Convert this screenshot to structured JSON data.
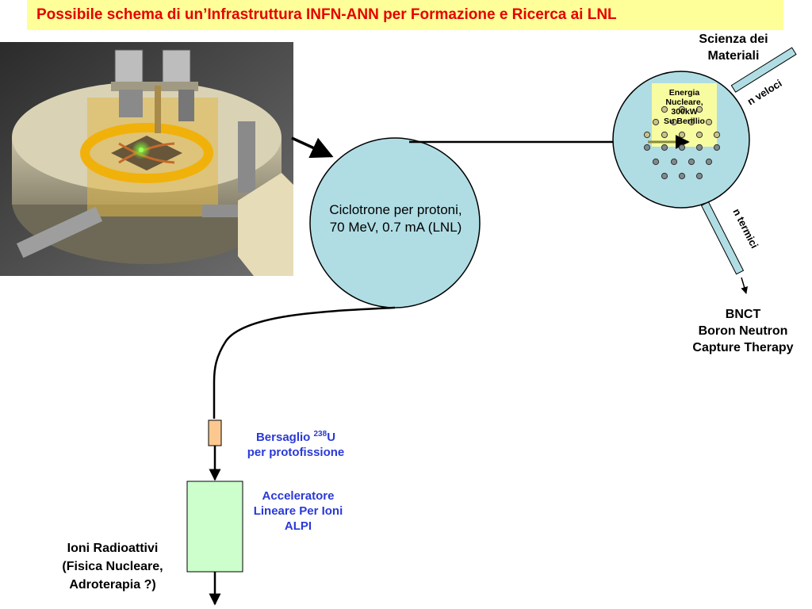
{
  "title": "Possibile schema di un’Infrastruttura INFN-ANN per Formazione e Ricerca ai LNL",
  "cyclotron": {
    "line1": "Ciclotrone per protoni,",
    "line2": "70 MeV, 0.7 mA (LNL)"
  },
  "target_core": {
    "line1": "Energia",
    "line2": "Nucleare,",
    "line3": "300kW",
    "line4": "Su Berillio"
  },
  "materials": {
    "line1": "Scienza dei",
    "line2": "Materiali"
  },
  "fast_neutrons": "n veloci",
  "thermal_neutrons": "n termici",
  "bnct": {
    "line1": "BNCT",
    "line2": "Boron Neutron",
    "line3": "Capture Therapy"
  },
  "target_u": {
    "prefix": "Bersaglio ",
    "isotope": "238",
    "element": "U",
    "line2": "per protofissione"
  },
  "linac": {
    "line1": "Acceleratore",
    "line2": "Lineare Per Ioni",
    "line3": "ALPI"
  },
  "ions": {
    "line1": "Ioni Radioattivi",
    "line2": "(Fisica Nucleare,",
    "line3": "Adroterapia ?)"
  },
  "colors": {
    "title_text": "#e60000",
    "title_bg": "#ffff99",
    "circle_fill": "#b0dde4",
    "linac_fill": "#ccffcc",
    "target_u_fill": "#fcc88f",
    "blue_label": "#2a39d6",
    "core_fill": "#ffff99"
  }
}
